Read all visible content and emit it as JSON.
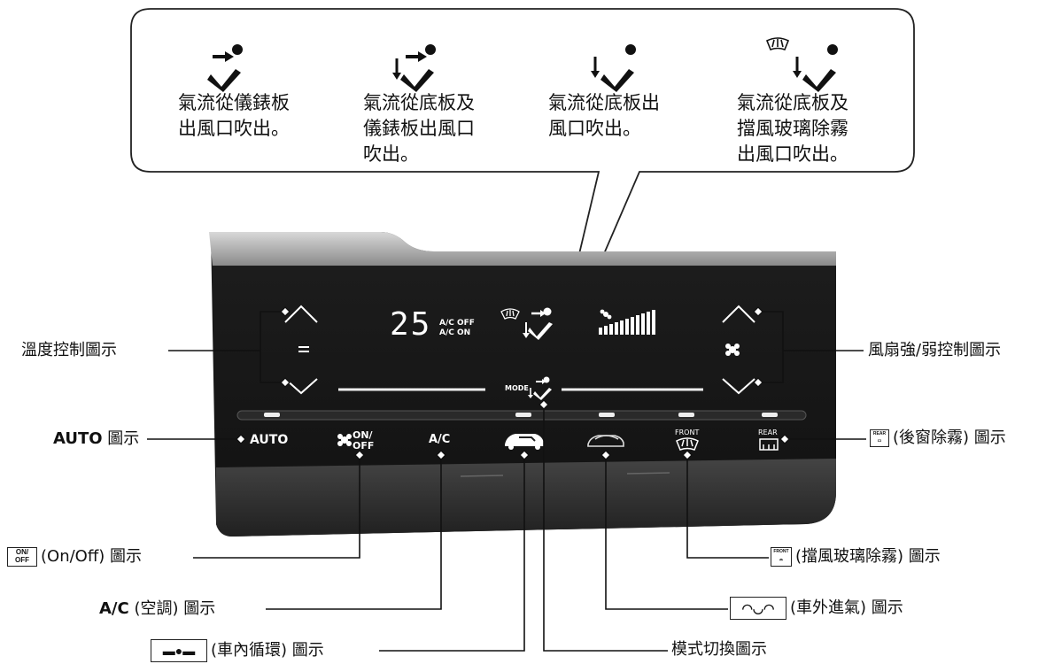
{
  "modes": [
    {
      "icon": "dash-vent-icon",
      "text": "氣流從儀錶板\n出風口吹出。"
    },
    {
      "icon": "floor-dash-vent-icon",
      "text": "氣流從底板及\n儀錶板出風口\n吹出。"
    },
    {
      "icon": "floor-vent-icon",
      "text": "氣流從底板出\n風口吹出。"
    },
    {
      "icon": "floor-defrost-vent-icon",
      "text": "氣流從底板及\n擋風玻璃除霧\n出風口吹出。"
    }
  ],
  "panel": {
    "temp_display": "25",
    "ac_off": "A/C OFF",
    "ac_on": "A/C ON",
    "mode_label": "MODE",
    "auto": "AUTO",
    "on": "ON/",
    "off": "OFF",
    "ac": "A/C",
    "front": "FRONT",
    "rear": "REAR"
  },
  "labels": {
    "temp_control": "溫度控制圖示",
    "fan_control": "風扇強/弱控制圖示",
    "auto_bold": "AUTO",
    "auto_rest": " 圖示",
    "rear_defrost": "(後窗除霧) 圖示",
    "onoff": "(On/Off) 圖示",
    "ac_bold": "A/C",
    "ac_rest": " (空調) 圖示",
    "front_defrost": "(擋風玻璃除霧) 圖示",
    "fresh_air": "(車外進氣) 圖示",
    "recirc": "(車內循環) 圖示",
    "mode_switch": "模式切換圖示"
  },
  "icons": {
    "box_on": "ON/",
    "box_off": "OFF",
    "box_front": "FRONT",
    "box_rear": "REAR"
  }
}
